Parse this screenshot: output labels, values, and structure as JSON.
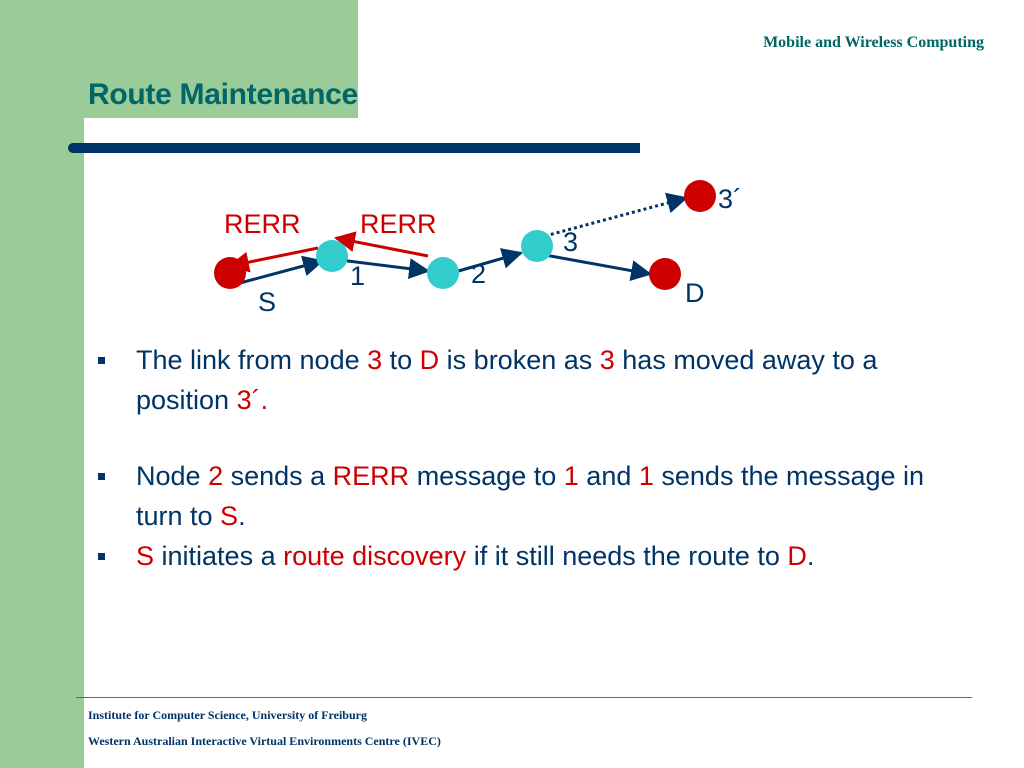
{
  "header": {
    "course": "Mobile and Wireless Computing"
  },
  "slide": {
    "title": "Route Maintenance"
  },
  "diagram": {
    "nodes": {
      "s": "S",
      "n1": "1",
      "n2": "2",
      "n3": "3",
      "n3moved": "3´",
      "d": "D"
    },
    "rerr_left": "RERR",
    "rerr_right": "RERR",
    "colors": {
      "source_dest": "#cc0000",
      "intermediate": "#33cccc",
      "link": "#003366",
      "rerr": "#cc0000"
    }
  },
  "bullets": [
    {
      "segments": [
        {
          "text": "The link from node ",
          "red": false
        },
        {
          "text": "3",
          "red": true
        },
        {
          "text": " to ",
          "red": false
        },
        {
          "text": "D",
          "red": true
        },
        {
          "text": " is broken as ",
          "red": false
        },
        {
          "text": "3",
          "red": true
        },
        {
          "text": " has moved away to a position ",
          "red": false
        },
        {
          "text": "3´.",
          "red": true
        }
      ]
    },
    {
      "segments": [
        {
          "text": "Node ",
          "red": false
        },
        {
          "text": "2",
          "red": true
        },
        {
          "text": " sends a ",
          "red": false
        },
        {
          "text": "RERR",
          "red": true
        },
        {
          "text": " message to ",
          "red": false
        },
        {
          "text": "1",
          "red": true
        },
        {
          "text": " and ",
          "red": false
        },
        {
          "text": "1",
          "red": true
        },
        {
          "text": " sends the message in turn to ",
          "red": false
        },
        {
          "text": "S",
          "red": true
        },
        {
          "text": ".",
          "red": false
        }
      ]
    },
    {
      "segments": [
        {
          "text": "S",
          "red": true
        },
        {
          "text": " initiates a ",
          "red": false
        },
        {
          "text": "route discovery",
          "red": true
        },
        {
          "text": " if it still needs the route to ",
          "red": false
        },
        {
          "text": "D",
          "red": true
        },
        {
          "text": ".",
          "red": false
        }
      ]
    }
  ],
  "footer": {
    "line1": "Institute for Computer Science, University of Freiburg",
    "line2": "Western Australian Interactive Virtual Environments Centre (IVEC)"
  }
}
